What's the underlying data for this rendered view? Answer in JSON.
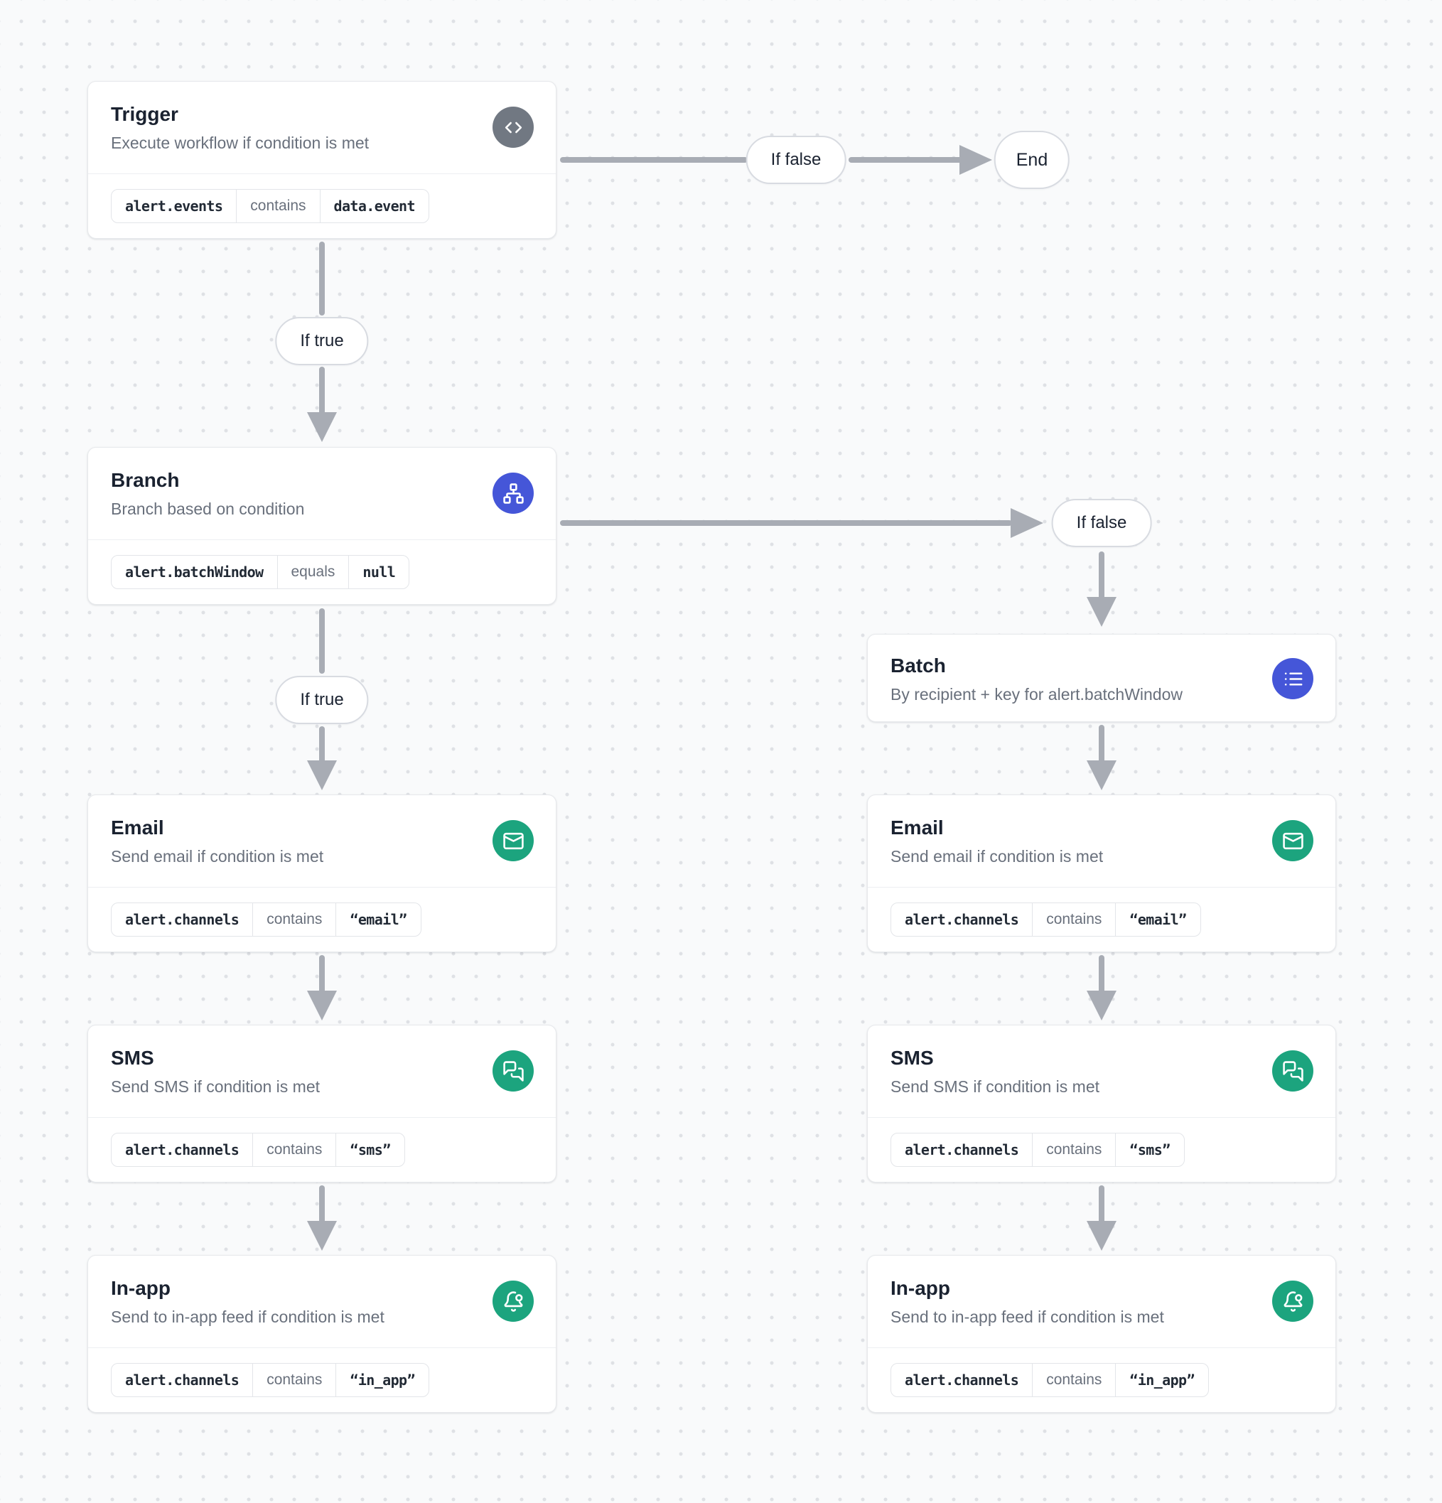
{
  "labels": {
    "if_true": "If true",
    "if_false": "If false",
    "end": "End"
  },
  "nodes": {
    "trigger": {
      "title": "Trigger",
      "subtitle": "Execute workflow if condition is met",
      "icon": "code-icon",
      "accent": "#717882",
      "condition": {
        "field": "alert.events",
        "operator": "contains",
        "value": "data.event"
      }
    },
    "branch": {
      "title": "Branch",
      "subtitle": "Branch based on condition",
      "icon": "branch-sitemap-icon",
      "accent": "#4556D8",
      "condition": {
        "field": "alert.batchWindow",
        "operator": "equals",
        "value": "null"
      }
    },
    "batch": {
      "title": "Batch",
      "subtitle": "By recipient + key for alert.batchWindow",
      "icon": "list-icon",
      "accent": "#4556D8"
    },
    "email_true": {
      "title": "Email",
      "subtitle": "Send email if condition is met",
      "icon": "email-icon",
      "accent": "#1CA47E",
      "condition": {
        "field": "alert.channels",
        "operator": "contains",
        "value": "“email”"
      }
    },
    "sms_true": {
      "title": "SMS",
      "subtitle": "Send SMS if condition is met",
      "icon": "sms-chat-icon",
      "accent": "#1CA47E",
      "condition": {
        "field": "alert.channels",
        "operator": "contains",
        "value": "“sms”"
      }
    },
    "inapp_true": {
      "title": "In-app",
      "subtitle": "Send to in-app feed if condition is met",
      "icon": "bell-dot-icon",
      "accent": "#1CA47E",
      "condition": {
        "field": "alert.channels",
        "operator": "contains",
        "value": "“in_app”"
      }
    },
    "email_false": {
      "title": "Email",
      "subtitle": "Send email if condition is met",
      "icon": "email-icon",
      "accent": "#1CA47E",
      "condition": {
        "field": "alert.channels",
        "operator": "contains",
        "value": "“email”"
      }
    },
    "sms_false": {
      "title": "SMS",
      "subtitle": "Send SMS if condition is met",
      "icon": "sms-chat-icon",
      "accent": "#1CA47E",
      "condition": {
        "field": "alert.channels",
        "operator": "contains",
        "value": "“sms”"
      }
    },
    "inapp_false": {
      "title": "In-app",
      "subtitle": "Send to in-app feed if condition is met",
      "icon": "bell-dot-icon",
      "accent": "#1CA47E",
      "condition": {
        "field": "alert.channels",
        "operator": "contains",
        "value": "“in_app”"
      }
    }
  },
  "colors": {
    "canvas_bg": "#F9FAFB",
    "dot_grid": "#DFE1E5",
    "edge": "#A8ACB4",
    "node_gray": "#717882",
    "node_blue": "#4556D8",
    "node_green": "#1CA47E",
    "card_border": "#E7E9EC"
  }
}
